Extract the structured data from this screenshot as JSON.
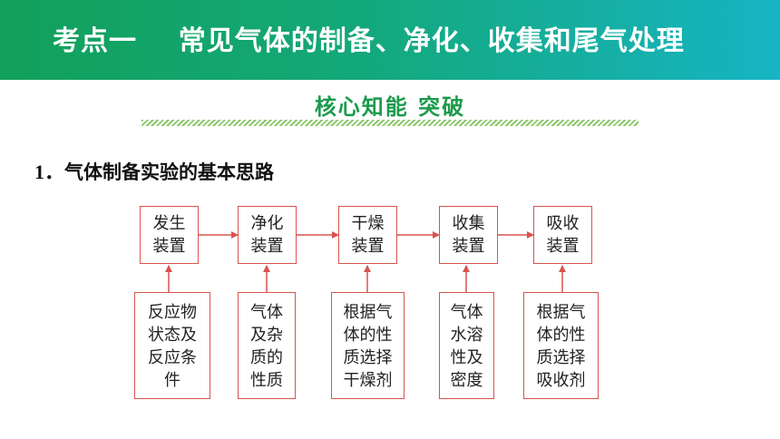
{
  "banner": {
    "title": "考点一    常见气体的制备、净化、收集和尾气处理"
  },
  "section": {
    "title": "核心知能 突破"
  },
  "heading": {
    "number": "1．",
    "text": "气体制备实验的基本思路"
  },
  "flow": {
    "top_boxes": [
      {
        "line1": "发生",
        "line2": "装置"
      },
      {
        "line1": "净化",
        "line2": "装置"
      },
      {
        "line1": "干燥",
        "line2": "装置"
      },
      {
        "line1": "收集",
        "line2": "装置"
      },
      {
        "line1": "吸收",
        "line2": "装置"
      }
    ],
    "bottom_boxes": [
      {
        "lines": [
          "反应物",
          "状态及",
          "反应条",
          "件"
        ]
      },
      {
        "lines": [
          "气体",
          "及杂",
          "质的",
          "性质"
        ]
      },
      {
        "lines": [
          "根据气",
          "体的性",
          "质选择",
          "干燥剂"
        ]
      },
      {
        "lines": [
          "气体",
          "水溶",
          "性及",
          "密度"
        ]
      },
      {
        "lines": [
          "根据气",
          "体的性",
          "质选择",
          "吸收剂"
        ]
      }
    ],
    "line_color": "#d9534f"
  }
}
